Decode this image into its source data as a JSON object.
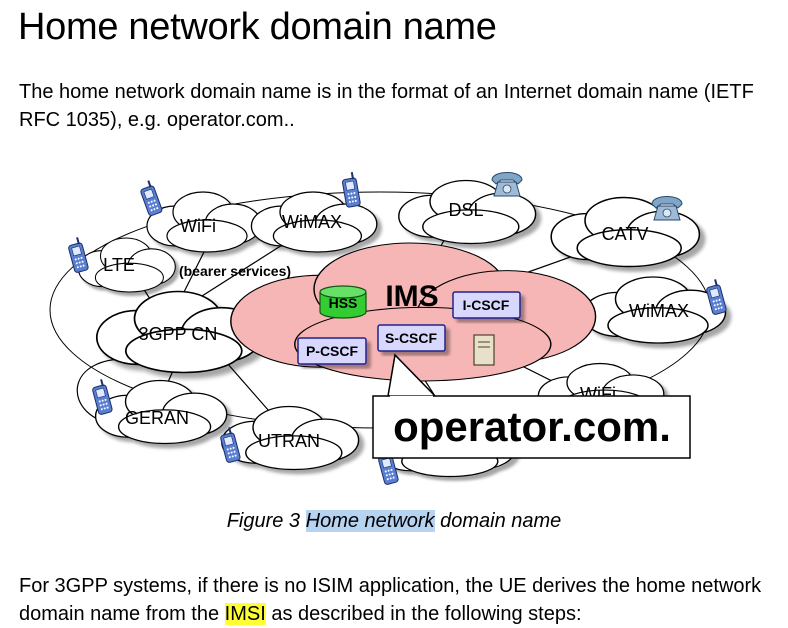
{
  "page": {
    "title": "Home network domain name",
    "intro": "The home network domain name is in the format of an Internet domain name (IETF RFC 1035), e.g. operator.com..",
    "caption": {
      "prefix": "Figure 3 ",
      "highlighted": "Home network",
      "suffix": " domain name"
    },
    "outro": {
      "before": "For 3GPP systems, if there is no ISIM application, the UE derives the home network domain name from the ",
      "highlighted": "IMSI",
      "after": " as described in the following steps:"
    }
  },
  "diagram": {
    "clouds": {
      "wifi_top": "WiFi",
      "wimax_top": "WiMAX",
      "dsl": "DSL",
      "catv": "CATV",
      "lte": "LTE",
      "wimax_right": "WiMAX",
      "cn": "3GPP CN",
      "geran": "GERAN",
      "utran": "UTRAN",
      "wifi_right": "WiFi"
    },
    "bearer_label": "(bearer services)",
    "ims": {
      "label": "IMS",
      "hss": "HSS",
      "icscf": "I-CSCF",
      "scscf": "S-CSCF",
      "pcscf": "P-CSCF"
    },
    "callout": "operator.com.",
    "colors": {
      "ims_cloud": "#f7b6b6",
      "cloud": "#ffffff",
      "box_fill": "#d8d8ff",
      "box_border": "#20208c",
      "hss": "#33cc33",
      "phone": "#5a7fd0"
    }
  }
}
